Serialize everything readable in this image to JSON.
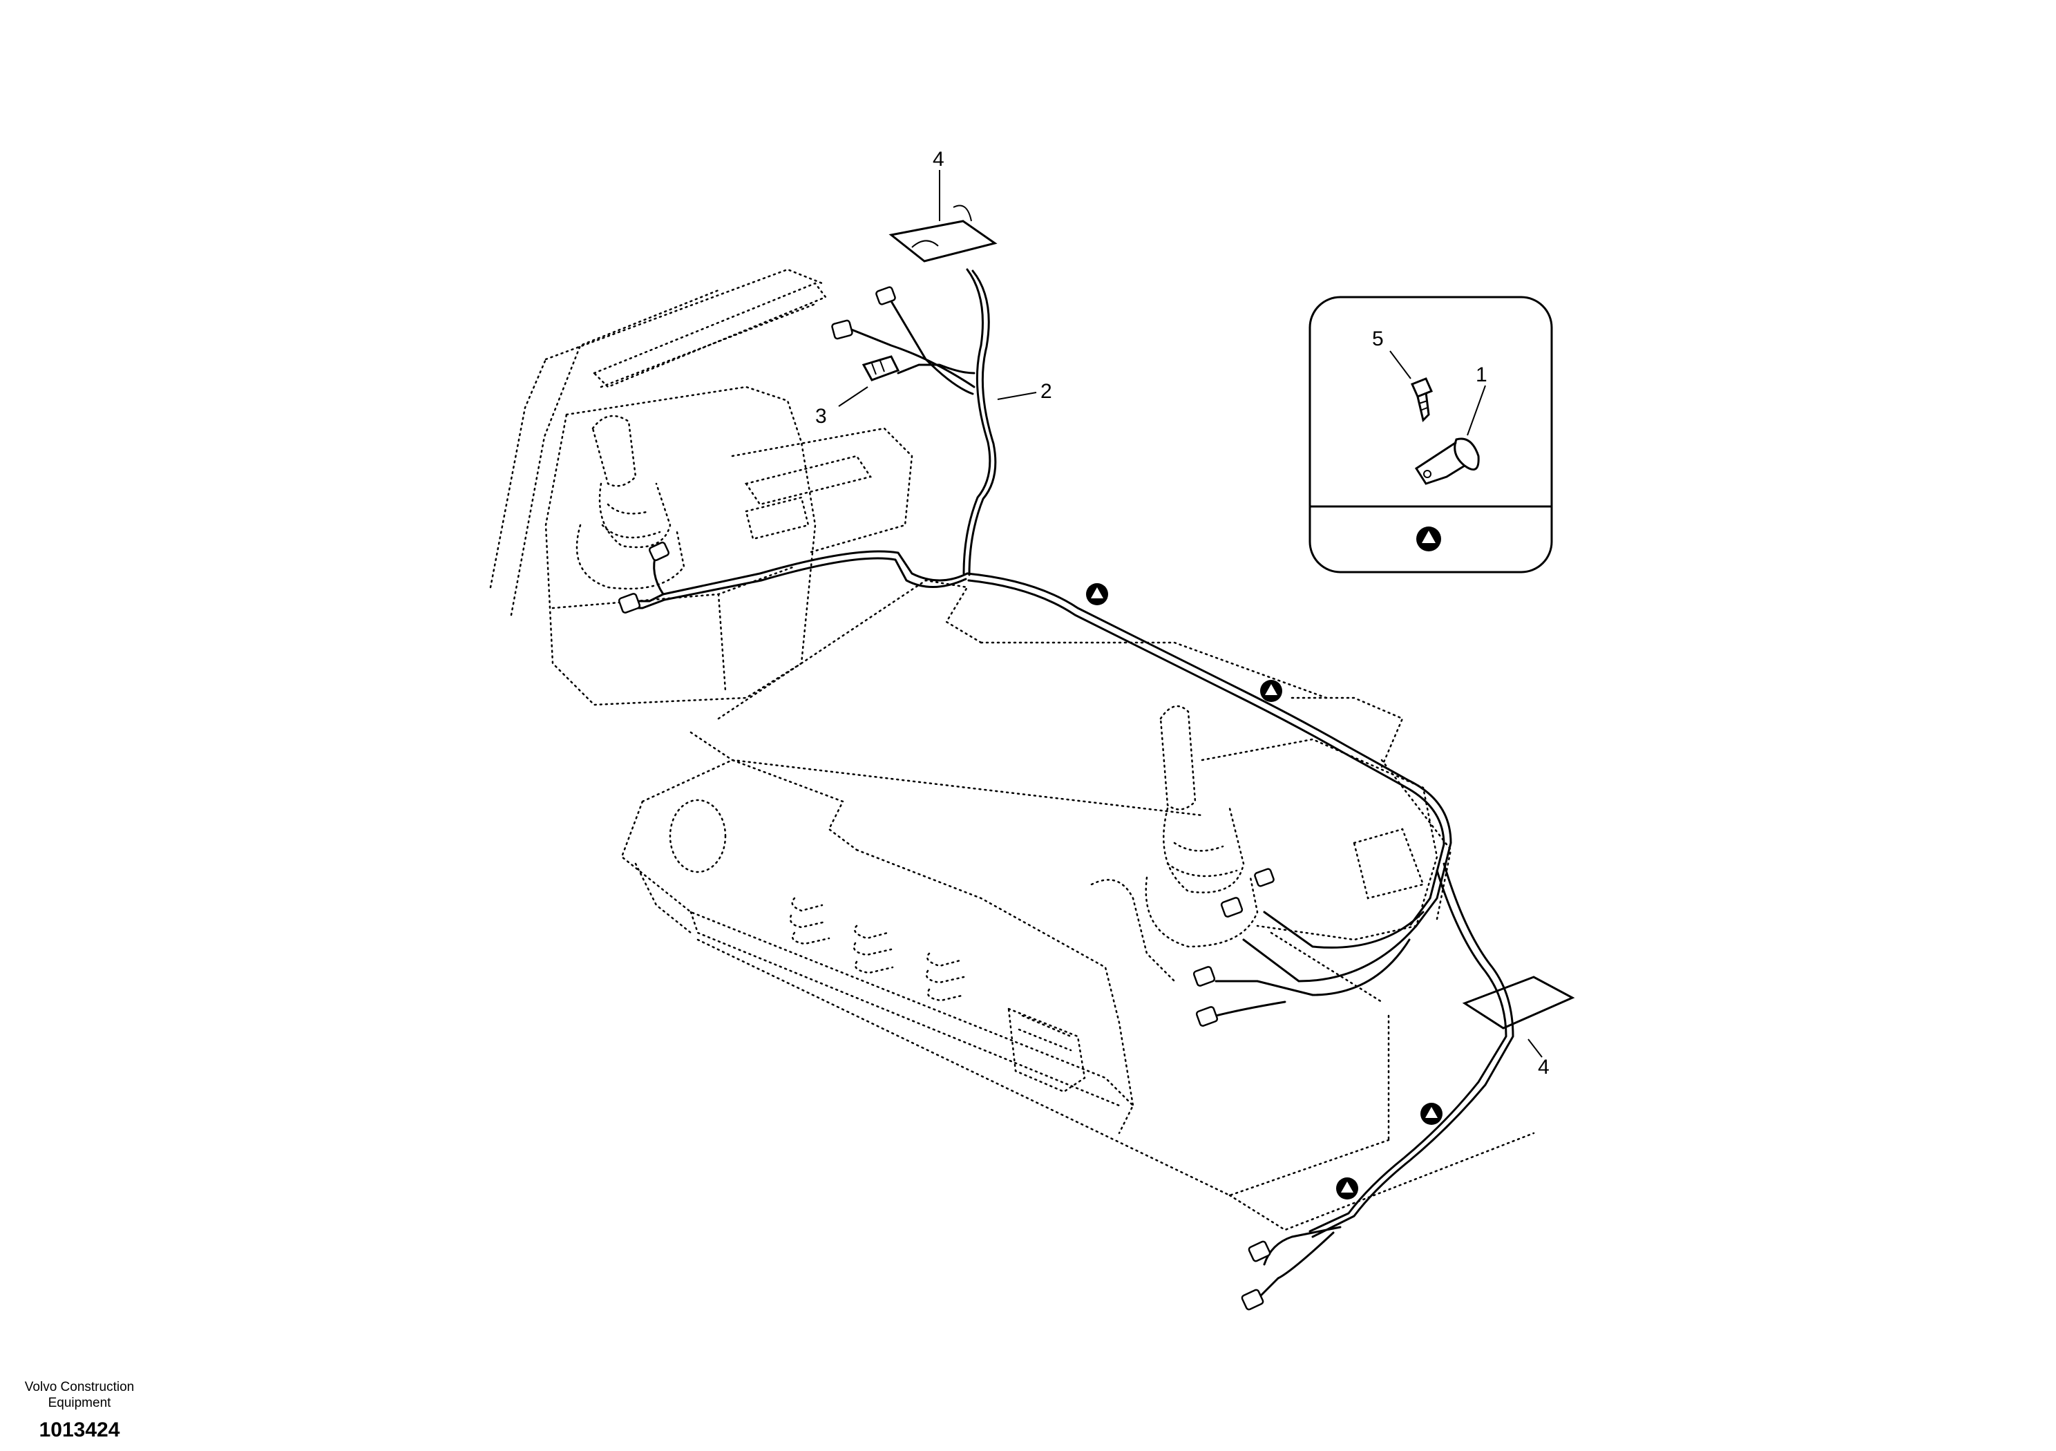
{
  "callouts": {
    "c1": "1",
    "c2": "2",
    "c3": "3",
    "c4_top": "4",
    "c4_right": "4",
    "c5": "5"
  },
  "footer": {
    "company_line1": "Volvo Construction",
    "company_line2": "Equipment",
    "document_number": "1013424"
  },
  "icons": {
    "location_marker": "triangle-in-circle-icon",
    "detail_box": "clamp-detail-icon"
  }
}
